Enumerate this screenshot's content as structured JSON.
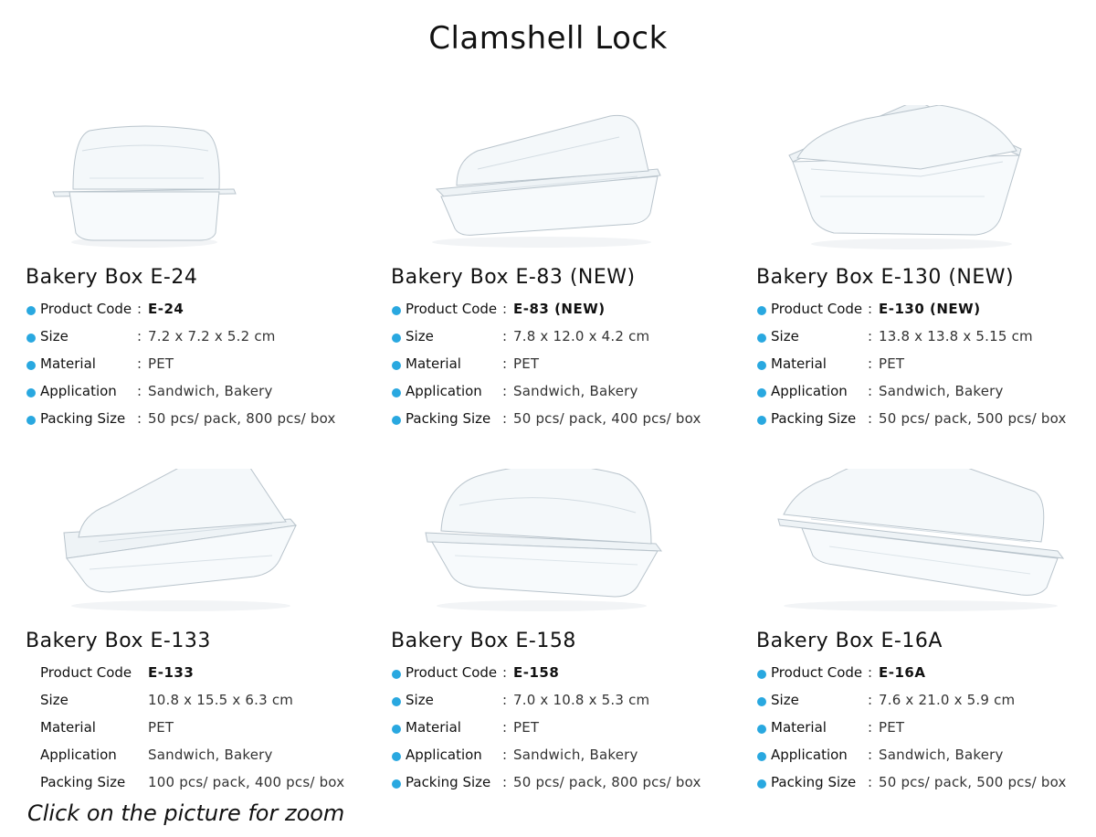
{
  "page": {
    "title": "Clamshell Lock",
    "zoom_hint": "Click on the picture for zoom"
  },
  "colors": {
    "bullet": "#29a8e0",
    "text": "#111111"
  },
  "spec_labels": {
    "code": "Product Code",
    "size": "Size",
    "material": "Material",
    "application": "Application",
    "packing": "Packing Size"
  },
  "separator": ":",
  "products": [
    {
      "name": "Bakery Box E-24",
      "code": "E-24",
      "size": "7.2 x 7.2 x 5.2 cm",
      "material": "PET",
      "application": "Sandwich, Bakery",
      "packing": "50 pcs/ pack, 800 pcs/ box",
      "image_icon": "clamshell-box-square-small-icon"
    },
    {
      "name": "Bakery Box E-83 (NEW)",
      "code": "E-83 (NEW)",
      "size": "7.8 x 12.0 x 4.2 cm",
      "material": "PET",
      "application": "Sandwich, Bakery",
      "packing": "50 pcs/ pack, 400 pcs/ box",
      "image_icon": "clamshell-box-rectangular-flat-icon"
    },
    {
      "name": "Bakery Box E-130 (NEW)",
      "code": "E-130 (NEW)",
      "size": "13.8 x 13.8 x 5.15 cm",
      "material": "PET",
      "application": "Sandwich, Bakery",
      "packing": "50 pcs/ pack, 500 pcs/ box",
      "image_icon": "clamshell-box-square-large-icon"
    },
    {
      "name": "Bakery Box E-133",
      "code": "E-133",
      "size": "10.8 x 15.5 x 6.3 cm",
      "material": "PET",
      "application": "Sandwich, Bakery",
      "packing": "100 pcs/ pack, 400 pcs/ box",
      "image_icon": "clamshell-box-rectangular-deep-icon"
    },
    {
      "name": "Bakery Box E-158",
      "code": "E-158",
      "size": "7.0 x 10.8 x 5.3 cm",
      "material": "PET",
      "application": "Sandwich, Bakery",
      "packing": "50 pcs/ pack, 800 pcs/ box",
      "image_icon": "clamshell-box-dome-icon"
    },
    {
      "name": "Bakery Box E-16A",
      "code": "E-16A",
      "size": "7.6 x 21.0 x 5.9 cm",
      "material": "PET",
      "application": "Sandwich, Bakery",
      "packing": "50 pcs/ pack, 500 pcs/ box",
      "image_icon": "clamshell-box-long-icon"
    }
  ]
}
